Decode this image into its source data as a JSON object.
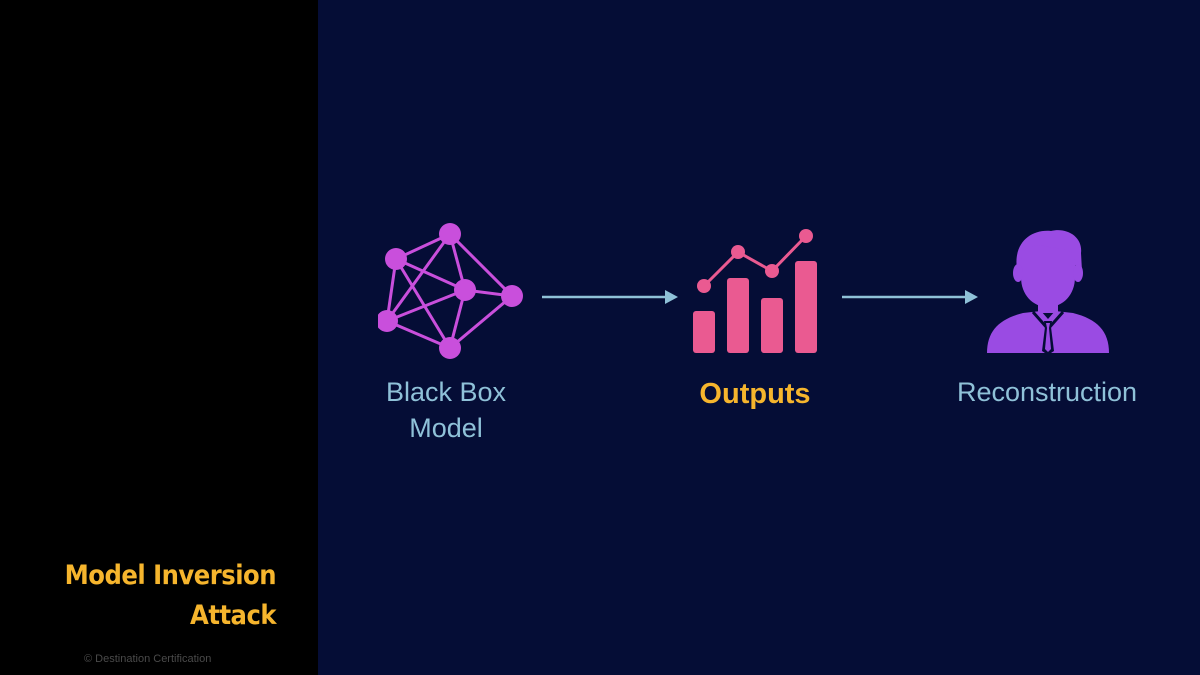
{
  "sidebar": {
    "title_line1": "Model Inversion",
    "title_line2": "Attack",
    "copyright": "© Destination Certification"
  },
  "diagram": {
    "nodes": [
      {
        "label_line1": "Black Box",
        "label_line2": "Model",
        "icon": "neural-network-icon"
      },
      {
        "label_line1": "Outputs",
        "icon": "bar-chart-icon"
      },
      {
        "label_line1": "Reconstruction",
        "icon": "person-icon"
      }
    ],
    "edges": [
      {
        "from": "Black Box Model",
        "to": "Outputs"
      },
      {
        "from": "Outputs",
        "to": "Reconstruction"
      }
    ]
  },
  "colors": {
    "background": "#050d36",
    "sidebar": "#000000",
    "title": "#f6b52d",
    "label": "#8fc1d8",
    "highlight_label": "#f6b52d",
    "network": "#c94fdc",
    "chart": "#ea5a91",
    "person": "#9a4be3",
    "arrow": "#8fc1d8"
  }
}
